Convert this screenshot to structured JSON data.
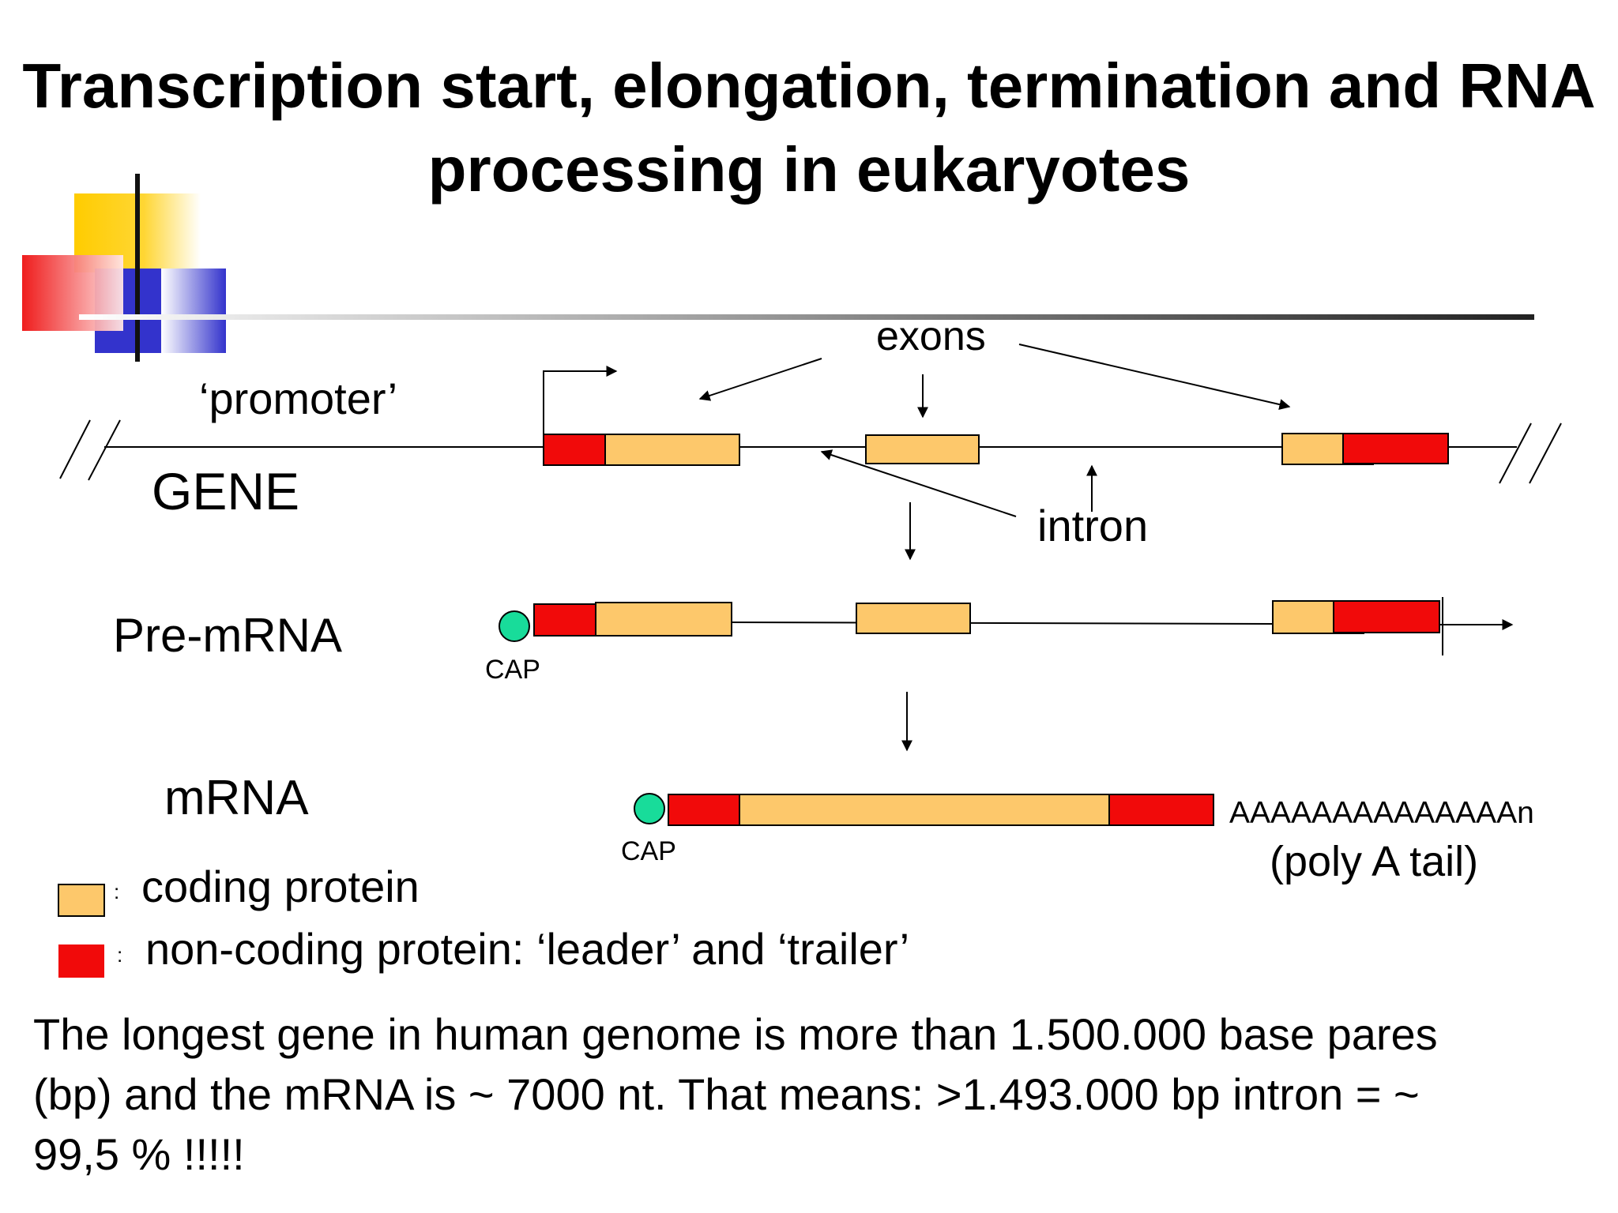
{
  "title": {
    "line1": "Transcription start, elongation, termination and RNA",
    "line2": "processing in eukaryotes"
  },
  "colors": {
    "coding": "#fdc86b",
    "noncoding": "#f10a0a",
    "cap": "#18dc9a",
    "deco_yellow": "#ffcc00",
    "deco_blue": "#3333cc",
    "deco_red": "#ee2222"
  },
  "labels": {
    "promoter": "‘promoter’",
    "gene": "GENE",
    "exons": "exons",
    "intron": "intron",
    "premrna": "Pre-mRNA",
    "mrna": "mRNA",
    "cap": "CAP",
    "polya_seq": "AAAAAAAAAAAAAAn",
    "polya_label": "(poly A tail)"
  },
  "legend": {
    "coding": "coding protein",
    "noncoding": "non-coding protein: ‘leader’ and ‘trailer’",
    "colon": ":"
  },
  "footer": {
    "line1": "The longest gene in human genome is more than 1.500.000 base pares",
    "line2": "(bp) and the mRNA is ~ 7000 nt. That means: >1.493.000 bp intron = ~",
    "line3": "99,5 % !!!!!"
  }
}
